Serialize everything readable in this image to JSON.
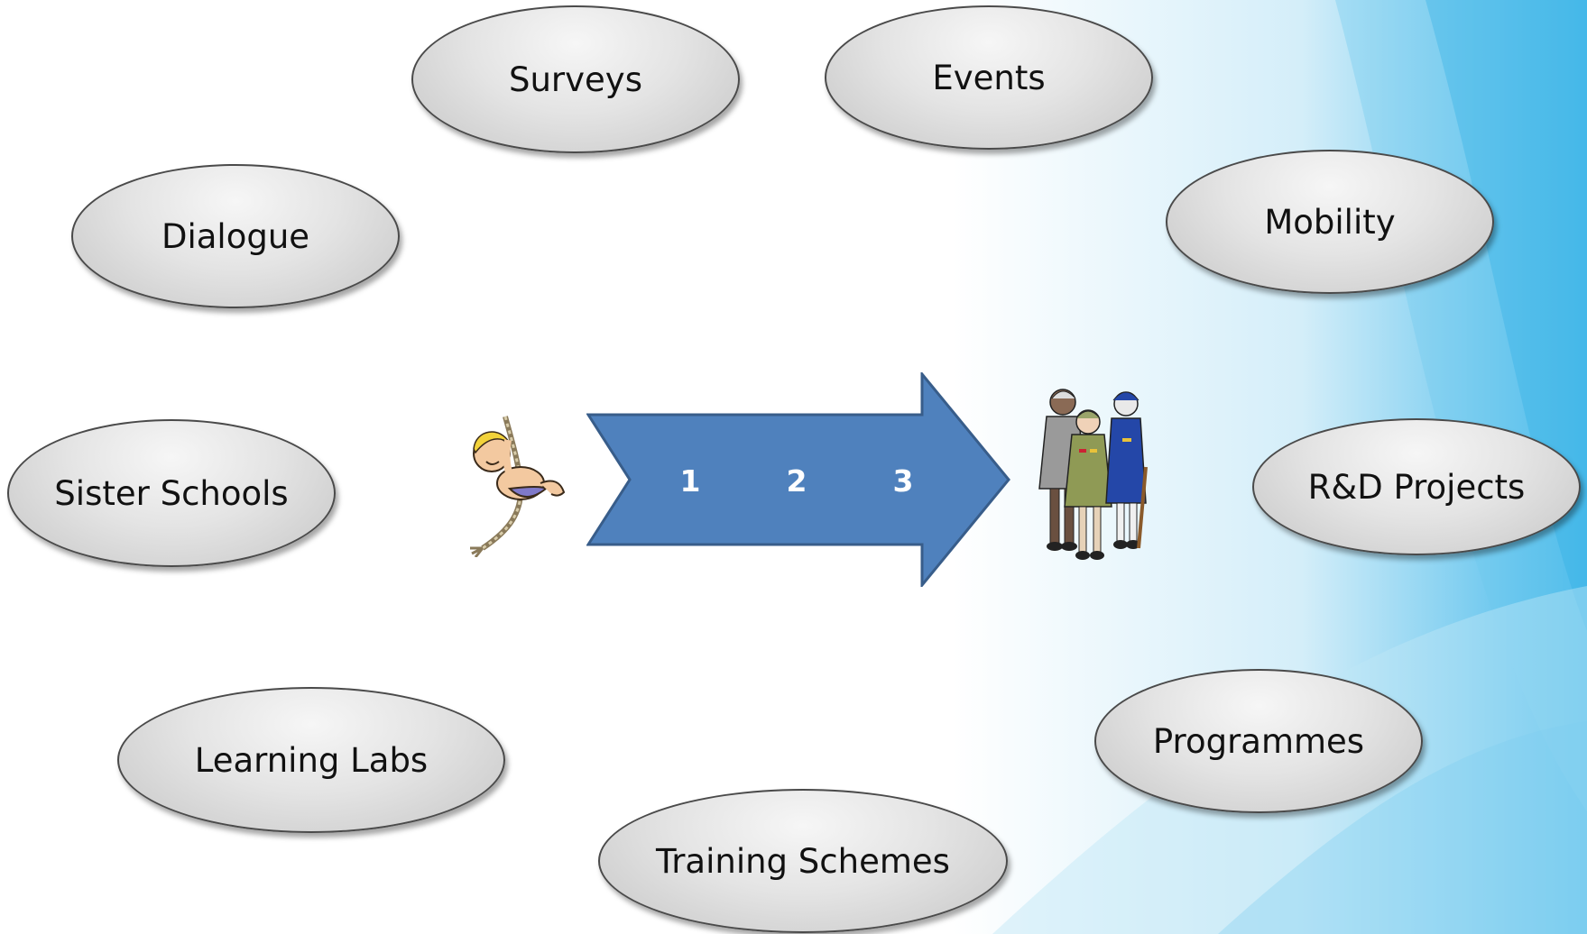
{
  "diagram": {
    "ovals": {
      "surveys": "Surveys",
      "events": "Events",
      "dialogue": "Dialogue",
      "mobility": "Mobility",
      "sister_schools": "Sister Schools",
      "rd_projects": "R&D Projects",
      "learning_labs": "Learning Labs",
      "programmes": "Programmes",
      "training_schemes": "Training Schemes"
    },
    "arrow_steps": [
      "1",
      "2",
      "3"
    ],
    "colors": {
      "arrow_fill": "#4f81bd",
      "arrow_stroke": "#385d8a",
      "oval_fill": "#e0e0e0",
      "background_accent": "#3fb6e8"
    },
    "icons": [
      "boy-on-rope-clipart",
      "elderly-people-group-clipart"
    ]
  }
}
